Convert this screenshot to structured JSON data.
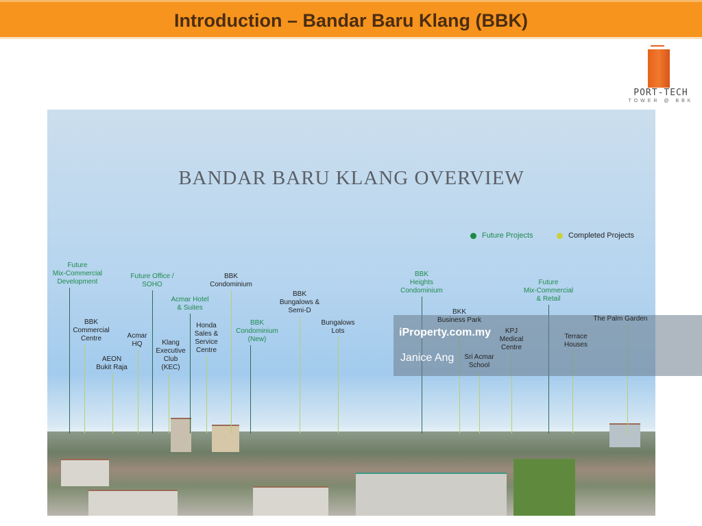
{
  "header": {
    "title": "Introduction – Bandar Baru Klang (BBK)"
  },
  "logo": {
    "name": "PORT-TECH",
    "sub": "TOWER @ BBK"
  },
  "overview": {
    "title": "BANDAR BARU KLANG OVERVIEW",
    "legend": [
      {
        "label": "Future Projects",
        "color": "#1a8a45"
      },
      {
        "label": "Completed Projects",
        "color": "#c8d23c"
      }
    ],
    "labels": [
      {
        "text": "Future\nMix-Commercial\nDevelopment",
        "type": "future"
      },
      {
        "text": "BBK\nCommercial\nCentre",
        "type": "completed"
      },
      {
        "text": "AEON\nBukit Raja",
        "type": "completed"
      },
      {
        "text": "Acmar\nHQ",
        "type": "completed"
      },
      {
        "text": "Future Office /\nSOHO",
        "type": "future"
      },
      {
        "text": "Klang\nExecutive\nClub\n(KEC)",
        "type": "completed"
      },
      {
        "text": "Acmar Hotel\n& Suites",
        "type": "future"
      },
      {
        "text": "Honda\nSales &\nService\nCentre",
        "type": "completed"
      },
      {
        "text": "BBK\nCondominium",
        "type": "completed"
      },
      {
        "text": "BBK\nCondominium\n(New)",
        "type": "future"
      },
      {
        "text": "BBK\nBungalows &\nSemi-D",
        "type": "completed"
      },
      {
        "text": "Bungalows\nLots",
        "type": "completed"
      },
      {
        "text": "BBK\nHeights\nCondominium",
        "type": "future"
      },
      {
        "text": "BKK\nBusiness Park",
        "type": "completed"
      },
      {
        "text": "Sri Acmar\nSchool",
        "type": "completed"
      },
      {
        "text": "KPJ\nMedical\nCentre",
        "type": "completed"
      },
      {
        "text": "Future\nMix-Commercial\n& Retail",
        "type": "future"
      },
      {
        "text": "Terrace\nHouses",
        "type": "completed"
      },
      {
        "text": "The Palm Garden",
        "type": "completed"
      }
    ]
  },
  "watermark": {
    "brand": "iProperty.com.my",
    "agent": "Janice Ang"
  }
}
